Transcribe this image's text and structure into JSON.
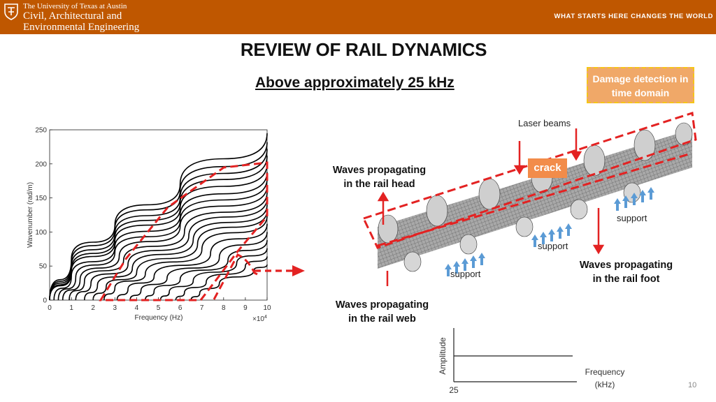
{
  "header": {
    "university": "The University of Texas at Austin",
    "department_line1": "Civil, Architectural and",
    "department_line2": "Environmental Engineering",
    "tagline": "WHAT STARTS HERE CHANGES THE WORLD",
    "brand_color": "#bf5700",
    "logo_icon": "ut-shield-icon"
  },
  "slide": {
    "title": "REVIEW OF RAIL DYNAMICS",
    "subtitle": "Above approximately 25 kHz",
    "callout": "Damage detection in time domain",
    "page_number": "10"
  },
  "rail_figure": {
    "laser_label": "Laser beams",
    "crack_label": "crack",
    "head_label_1": "Waves propagating",
    "head_label_2": "in the rail head",
    "web_label_1": "Waves propagating",
    "web_label_2": "in the rail web",
    "foot_label_1": "Waves propagating",
    "foot_label_2": "in the rail foot",
    "support_label": "support"
  },
  "dispersion_plot": {
    "xlabel": "Frequency (Hz)",
    "ylabel": "Wavenumber (rad/m)",
    "x_multiplier": "×10",
    "x_exponent": "4",
    "xticks": [
      "0",
      "1",
      "2",
      "3",
      "4",
      "5",
      "6",
      "7",
      "8",
      "9",
      "10"
    ],
    "yticks": [
      "0",
      "50",
      "100",
      "150",
      "200",
      "250"
    ]
  },
  "spectrum_sketch": {
    "ylabel": "Amplitude",
    "xlabel_1": "Frequency",
    "xlabel_2": "(kHz)",
    "tick": "25"
  },
  "chart_data": {
    "type": "line",
    "xlabel": "Frequency (Hz)",
    "ylabel": "Wavenumber (rad/m)",
    "xlim": [
      0,
      100000
    ],
    "ylim": [
      0,
      250
    ],
    "grid": false,
    "series": [
      {
        "values": [
          [
            0,
            0
          ],
          [
            10000,
            60
          ],
          [
            30000,
            110
          ],
          [
            60000,
            170
          ],
          [
            100000,
            245
          ]
        ]
      },
      {
        "values": [
          [
            0,
            0
          ],
          [
            10000,
            55
          ],
          [
            30000,
            105
          ],
          [
            60000,
            160
          ],
          [
            100000,
            232
          ]
        ]
      },
      {
        "values": [
          [
            0,
            0
          ],
          [
            10000,
            50
          ],
          [
            30000,
            98
          ],
          [
            60000,
            150
          ],
          [
            100000,
            222
          ]
        ]
      },
      {
        "values": [
          [
            0,
            0
          ],
          [
            10000,
            45
          ],
          [
            30000,
            92
          ],
          [
            60000,
            142
          ],
          [
            100000,
            212
          ]
        ]
      },
      {
        "values": [
          [
            0,
            0
          ],
          [
            10000,
            42
          ],
          [
            30000,
            86
          ],
          [
            60000,
            134
          ],
          [
            100000,
            200
          ]
        ]
      },
      {
        "values": [
          [
            2000,
            0
          ],
          [
            10000,
            35
          ],
          [
            30000,
            78
          ],
          [
            60000,
            124
          ],
          [
            100000,
            188
          ]
        ]
      },
      {
        "values": [
          [
            4000,
            0
          ],
          [
            12000,
            33
          ],
          [
            30000,
            70
          ],
          [
            60000,
            116
          ],
          [
            100000,
            178
          ]
        ]
      },
      {
        "values": [
          [
            6000,
            0
          ],
          [
            14000,
            30
          ],
          [
            32000,
            64
          ],
          [
            60000,
            108
          ],
          [
            100000,
            168
          ]
        ]
      },
      {
        "values": [
          [
            9000,
            0
          ],
          [
            16000,
            28
          ],
          [
            34000,
            58
          ],
          [
            62000,
            100
          ],
          [
            100000,
            158
          ]
        ]
      },
      {
        "values": [
          [
            12000,
            0
          ],
          [
            19000,
            25
          ],
          [
            36000,
            52
          ],
          [
            64000,
            94
          ],
          [
            100000,
            150
          ]
        ]
      },
      {
        "values": [
          [
            16000,
            0
          ],
          [
            22000,
            22
          ],
          [
            38000,
            46
          ],
          [
            66000,
            88
          ],
          [
            100000,
            140
          ]
        ]
      },
      {
        "values": [
          [
            20000,
            0
          ],
          [
            26000,
            20
          ],
          [
            40000,
            40
          ],
          [
            68000,
            82
          ],
          [
            100000,
            132
          ]
        ]
      },
      {
        "values": [
          [
            25000,
            0
          ],
          [
            30000,
            18
          ],
          [
            44000,
            38
          ],
          [
            70000,
            74
          ],
          [
            100000,
            124
          ]
        ]
      },
      {
        "values": [
          [
            31000,
            0
          ],
          [
            36000,
            16
          ],
          [
            48000,
            34
          ],
          [
            74000,
            68
          ],
          [
            100000,
            112
          ]
        ]
      },
      {
        "values": [
          [
            37000,
            0
          ],
          [
            42000,
            14
          ],
          [
            54000,
            32
          ],
          [
            78000,
            62
          ],
          [
            100000,
            100
          ]
        ]
      },
      {
        "values": [
          [
            44000,
            0
          ],
          [
            48000,
            13
          ],
          [
            60000,
            30
          ],
          [
            82000,
            58
          ],
          [
            100000,
            88
          ]
        ]
      },
      {
        "values": [
          [
            51000,
            0
          ],
          [
            55000,
            12
          ],
          [
            66000,
            28
          ],
          [
            86000,
            54
          ],
          [
            100000,
            76
          ]
        ]
      },
      {
        "values": [
          [
            58000,
            0
          ],
          [
            62000,
            11
          ],
          [
            72000,
            26
          ],
          [
            90000,
            50
          ],
          [
            100000,
            64
          ]
        ]
      },
      {
        "values": [
          [
            65000,
            0
          ],
          [
            69000,
            10
          ],
          [
            78000,
            24
          ],
          [
            94000,
            44
          ],
          [
            100000,
            52
          ]
        ]
      }
    ]
  }
}
